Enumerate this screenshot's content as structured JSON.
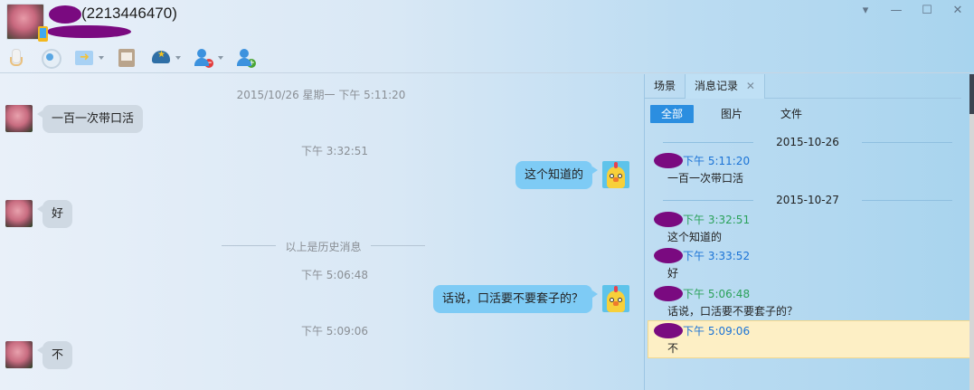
{
  "titlebar": {
    "contact_name": "(2213446470)",
    "window_controls": {
      "menu": "▾",
      "minimize": "—",
      "maximize": "☐",
      "close": "✕"
    }
  },
  "toolbar": {
    "items": [
      {
        "name": "voice-call",
        "icon": "microphone-icon",
        "has_dropdown": false
      },
      {
        "name": "video-call",
        "icon": "webcam-icon",
        "has_dropdown": false
      },
      {
        "name": "send-file",
        "icon": "folder-arrow-icon",
        "has_dropdown": true
      },
      {
        "name": "send-mail",
        "icon": "mail-tablet-icon",
        "has_dropdown": false
      },
      {
        "name": "police-report",
        "icon": "police-cap-icon",
        "has_dropdown": true
      },
      {
        "name": "remove-contact",
        "icon": "user-minus-icon",
        "has_dropdown": true
      },
      {
        "name": "add-contact",
        "icon": "user-plus-icon",
        "has_dropdown": false
      }
    ],
    "minus_glyph": "−",
    "plus_glyph": "+"
  },
  "chat": {
    "timestamps": {
      "t1": "2015/10/26 星期一 下午 5:11:20",
      "t2": "下午 3:32:51",
      "t3": "下午 5:06:48",
      "t4": "下午 5:09:06"
    },
    "history_divider": "以上是历史消息",
    "messages": [
      {
        "direction": "in",
        "text": "一百一次带口活"
      },
      {
        "direction": "out",
        "text": "这个知道的"
      },
      {
        "direction": "in",
        "text": "好"
      },
      {
        "direction": "out",
        "text": "话说，口活要不要套子的？"
      },
      {
        "direction": "in",
        "text": "不"
      }
    ]
  },
  "side_panel": {
    "tabs": [
      {
        "label": "场景",
        "active": false
      },
      {
        "label": "消息记录",
        "active": true,
        "closable": true
      }
    ],
    "tab_close_glyph": "✕",
    "filters": [
      {
        "label": "全部",
        "active": true
      },
      {
        "label": "图片",
        "active": false
      },
      {
        "label": "文件",
        "active": false
      }
    ],
    "dates": [
      "2015-10-26",
      "2015-10-27"
    ],
    "records": [
      {
        "time": "下午 5:11:20",
        "color": "blue",
        "text": "一百一次带口活"
      },
      {
        "time": "下午 3:32:51",
        "color": "green",
        "text": "这个知道的"
      },
      {
        "time": "下午 3:33:52",
        "color": "blue",
        "text": "好"
      },
      {
        "time": "下午 5:06:48",
        "color": "green",
        "text": "话说，口活要不要套子的？"
      },
      {
        "time": "下午 5:09:06",
        "color": "blue",
        "text": "不",
        "highlighted": true
      }
    ]
  }
}
